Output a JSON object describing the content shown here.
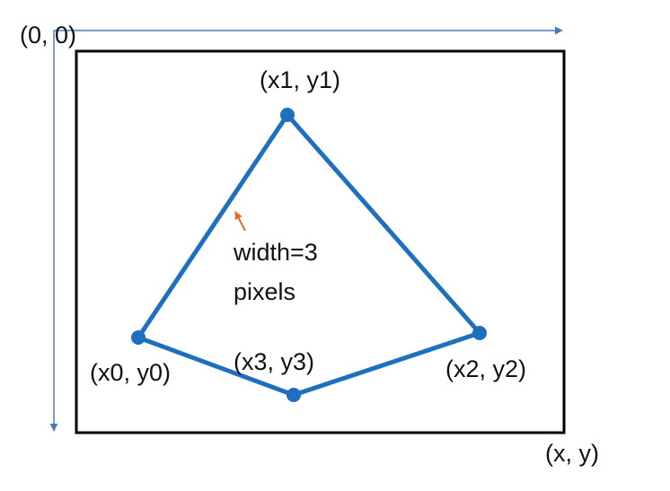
{
  "origin_label": "(0, 0)",
  "corner_label": "(x, y)",
  "points": [
    {
      "id": "p1",
      "label": "(x1, y1)"
    },
    {
      "id": "p0",
      "label": "(x0, y0)"
    },
    {
      "id": "p3",
      "label": "(x3, y3)"
    },
    {
      "id": "p2",
      "label": "(x2, y2)"
    }
  ],
  "annotation": {
    "line1": "width=3",
    "line2": "pixels"
  },
  "colors": {
    "polyline": "#1f6fbf",
    "axes": "#4a7ab8",
    "frame": "#000000",
    "annotation_arrow": "#e07020",
    "text": "#111111"
  }
}
